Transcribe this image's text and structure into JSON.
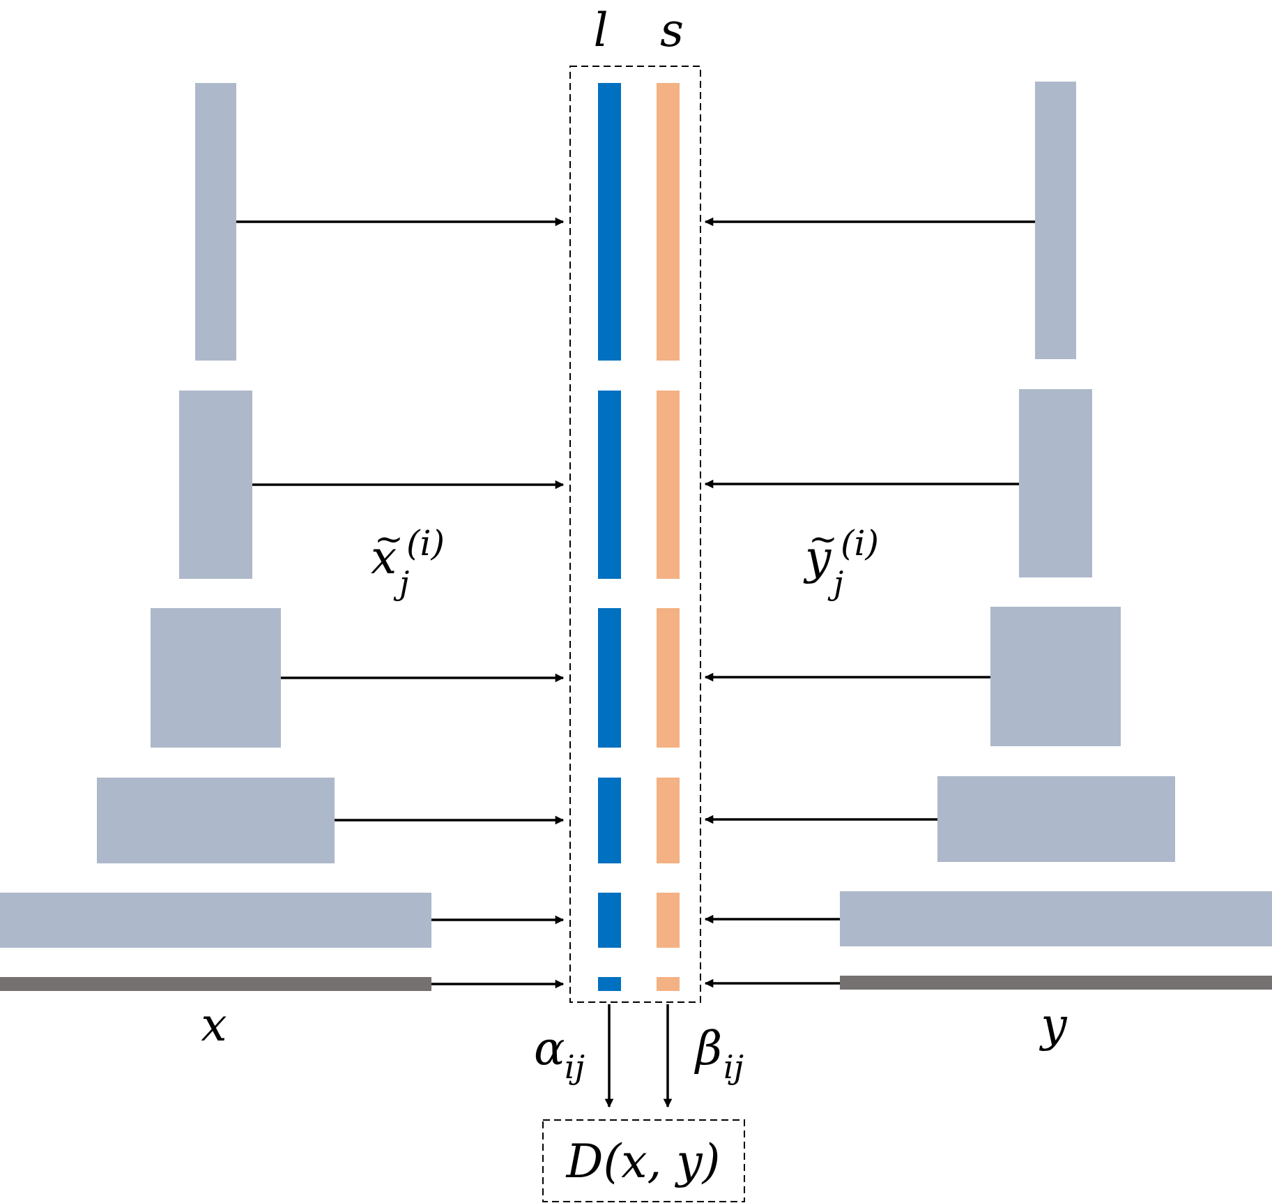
{
  "header_labels": {
    "left": "l",
    "right": "s"
  },
  "feature_labels": {
    "x": {
      "base": "x",
      "accent": "~",
      "subscript": "j",
      "superscript": "(i)"
    },
    "y": {
      "base": "y",
      "accent": "~",
      "subscript": "j",
      "superscript": "(i)"
    }
  },
  "input_labels": {
    "left": "x",
    "right": "y"
  },
  "weight_labels": {
    "alpha": {
      "base": "α",
      "subscript": "ij"
    },
    "beta": {
      "base": "β",
      "subscript": "ij"
    }
  },
  "output_label": "D(x, y)",
  "colors": {
    "pyramid": "#adb9ca",
    "input_line": "#767171",
    "l_bar": "#0070c0",
    "s_bar": "#f4b183",
    "arrow": "#000000",
    "dashed_border": "#000000"
  },
  "pyramid_levels": 5
}
